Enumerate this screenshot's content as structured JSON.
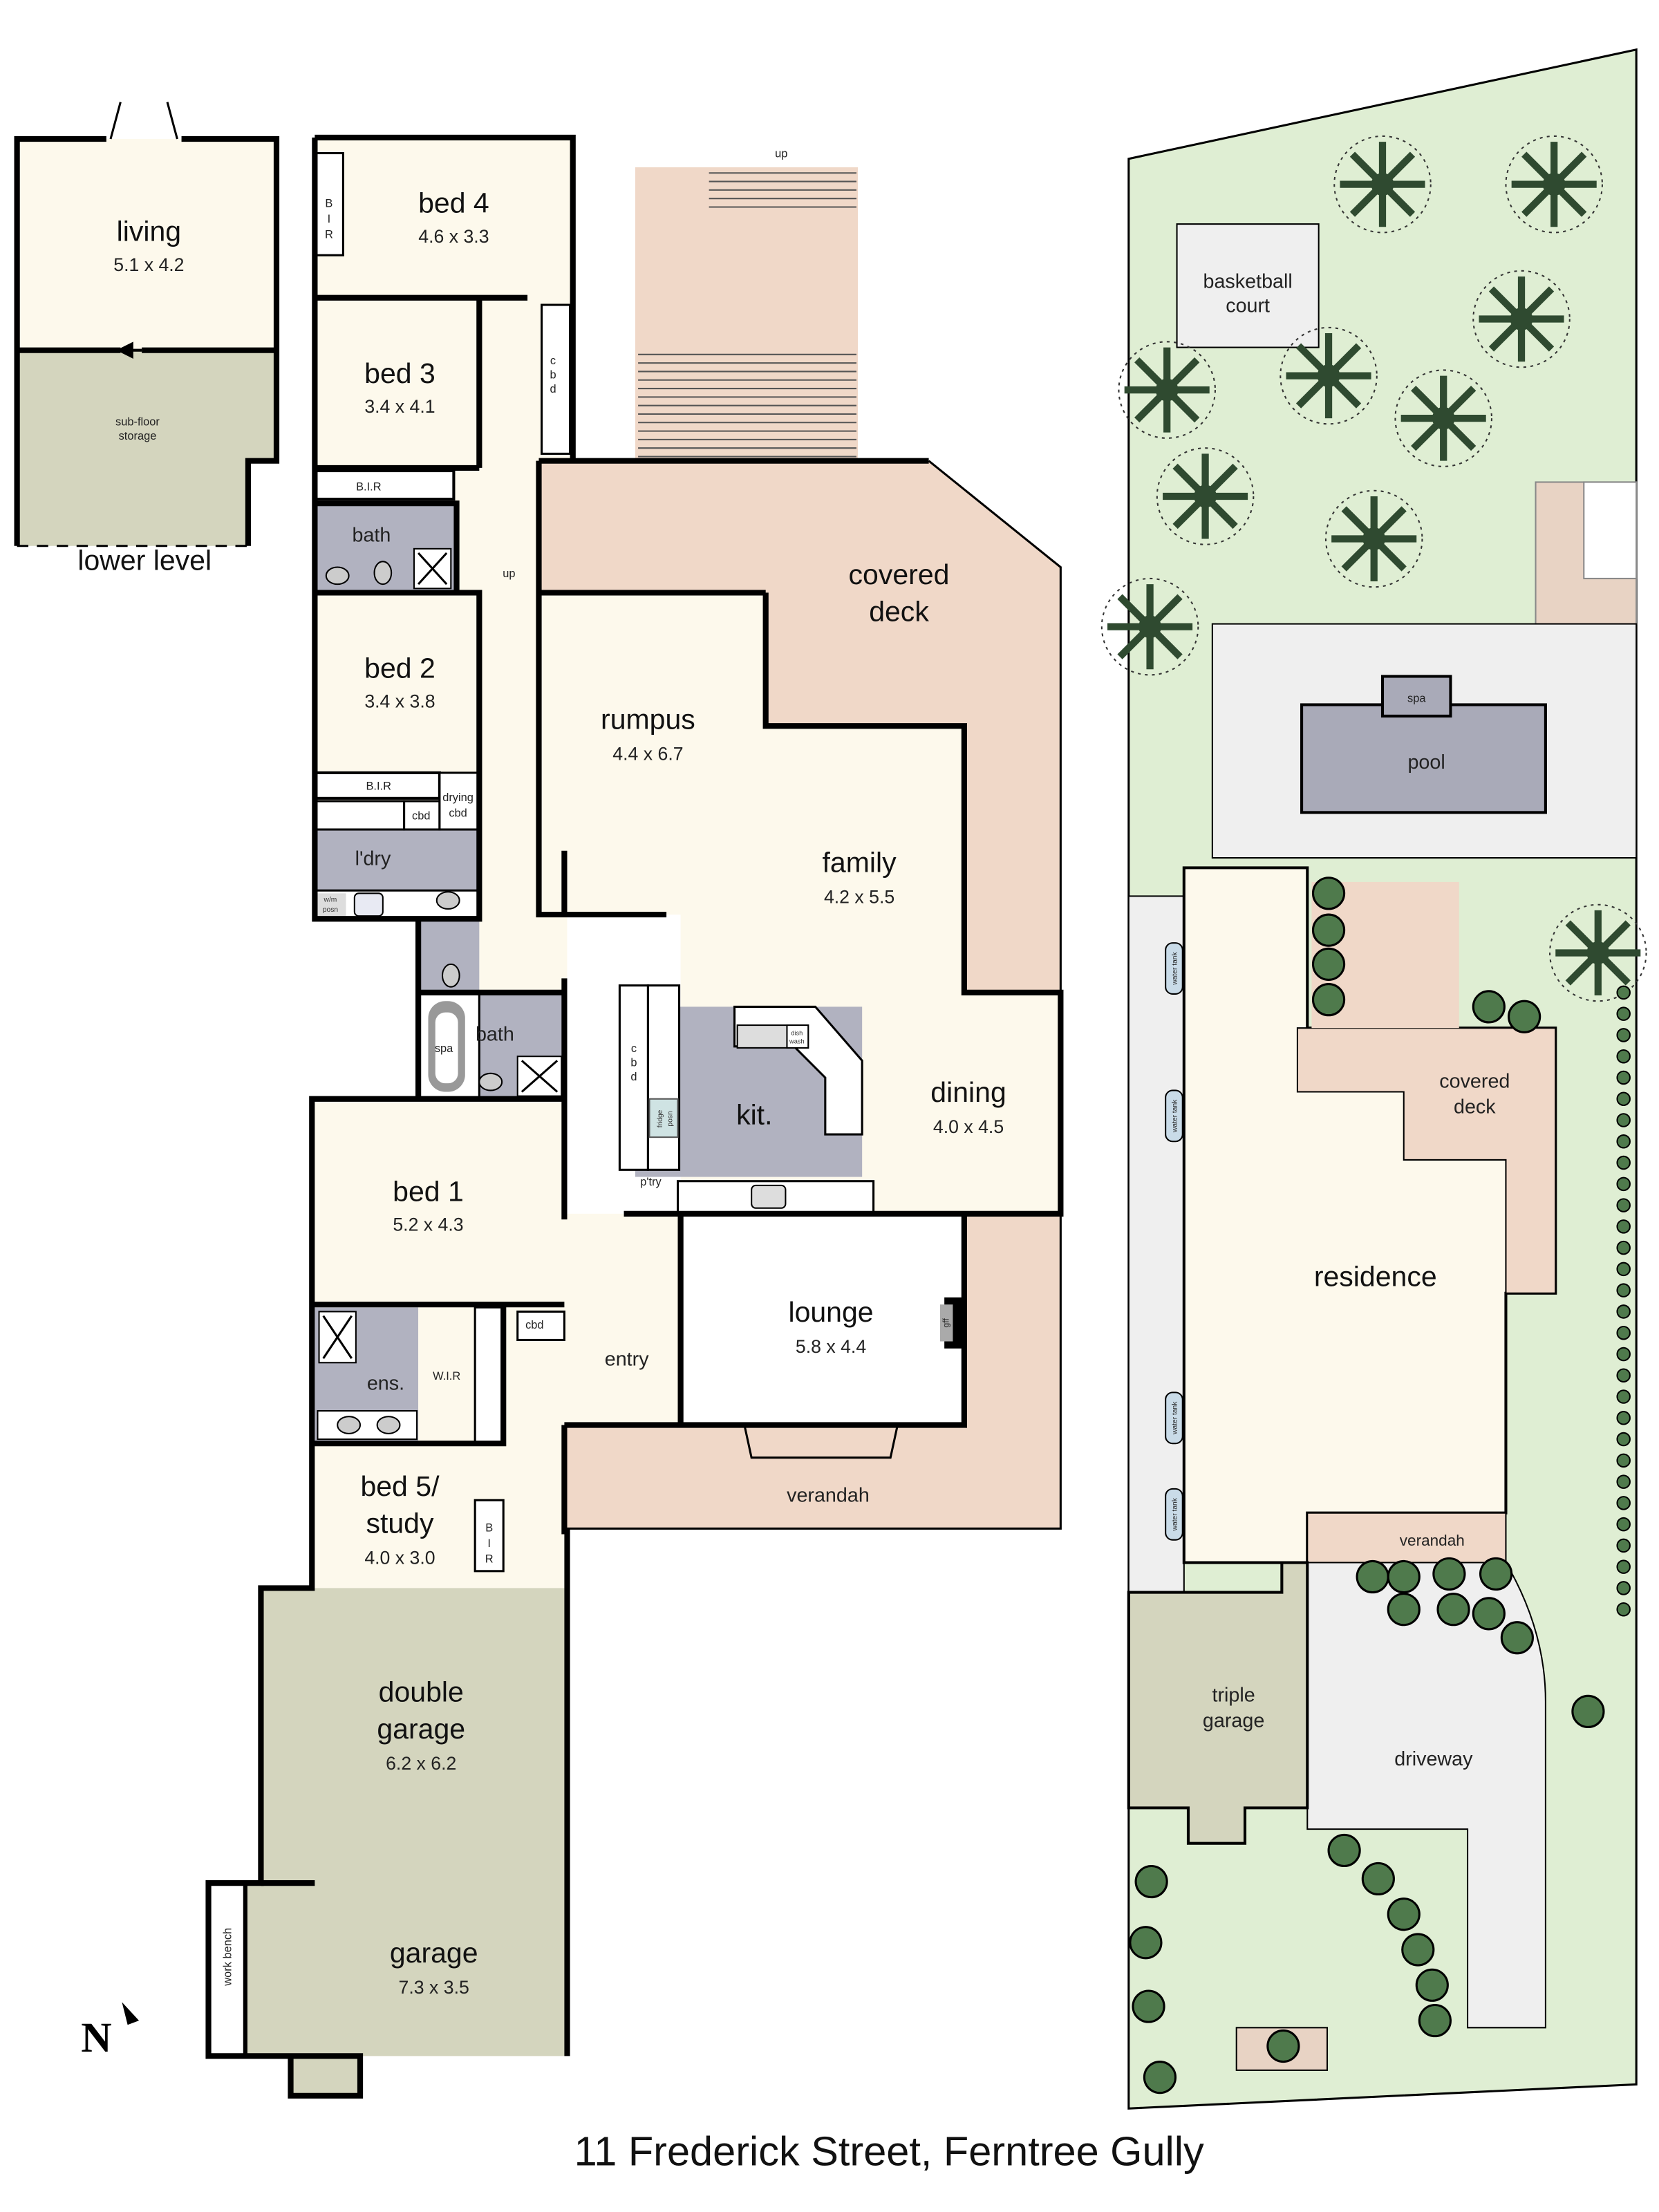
{
  "title": "11 Frederick Street, Ferntree Gully",
  "compass": "N",
  "colors": {
    "floor": "#fdf9ec",
    "wet_area": "#b1b2c0",
    "deck": "#f0d8c8",
    "garage": "#d4d5be",
    "lawn": "#dfeed3",
    "paving": "#efefef",
    "pool": "#a9aab8",
    "tree": "#3b5a3a"
  },
  "lower_level": {
    "living": {
      "name": "living",
      "dims": "5.1 x 4.2"
    },
    "storage": [
      "sub-floor",
      "storage"
    ],
    "label": "lower level"
  },
  "rooms": {
    "bed4": {
      "name": "bed 4",
      "dims": "4.6 x 3.3"
    },
    "bed3": {
      "name": "bed 3",
      "dims": "3.4 x 4.1"
    },
    "bath_upper": {
      "name": "bath"
    },
    "bed2": {
      "name": "bed 2",
      "dims": "3.4 x 3.8"
    },
    "laundry": {
      "name": "l'dry"
    },
    "bath": {
      "name": "bath"
    },
    "bed1": {
      "name": "bed 1",
      "dims": "5.2 x 4.3"
    },
    "ensuite": {
      "name": "ens."
    },
    "wir": {
      "name": "W.I.R"
    },
    "bed5": {
      "name": [
        "bed 5/",
        "study"
      ],
      "dims": "4.0 x 3.0"
    },
    "double_garage": {
      "name": [
        "double",
        "garage"
      ],
      "dims": "6.2 x 6.2"
    },
    "garage": {
      "name": "garage",
      "dims": "7.3 x 3.5"
    },
    "rumpus": {
      "name": "rumpus",
      "dims": "4.4 x 6.7"
    },
    "covered_deck": {
      "name": [
        "covered",
        "deck"
      ]
    },
    "family": {
      "name": "family",
      "dims": "4.2 x 5.5"
    },
    "kitchen": {
      "name": "kit."
    },
    "dining": {
      "name": "dining",
      "dims": "4.0 x 4.5"
    },
    "lounge": {
      "name": "lounge",
      "dims": "5.8 x 4.4"
    },
    "entry": {
      "name": "entry"
    },
    "verandah": {
      "name": "verandah"
    }
  },
  "annotations": {
    "up_stairs": "up",
    "up_hall": "up",
    "bir": "B.I.R",
    "bir_vertical": [
      "B",
      "I",
      "R"
    ],
    "cbd": "cbd",
    "cbd_vertical": [
      "c",
      "b",
      "d"
    ],
    "drying_cbd": [
      "drying",
      "cbd"
    ],
    "wm_posn": [
      "w/m",
      "posn"
    ],
    "spa": "spa",
    "fridge_posn": [
      "fridge",
      "posn"
    ],
    "dish_wash": [
      "dish",
      "wash"
    ],
    "pantry": "p'try",
    "gff": "gff",
    "work_bench": "work bench"
  },
  "site": {
    "basketball_court": [
      "basketball",
      "court"
    ],
    "spa": "spa",
    "pool": "pool",
    "covered_deck": [
      "covered",
      "deck"
    ],
    "residence": "residence",
    "verandah": "verandah",
    "triple_garage": [
      "triple",
      "garage"
    ],
    "driveway": "driveway",
    "water_tank": "water tank"
  }
}
